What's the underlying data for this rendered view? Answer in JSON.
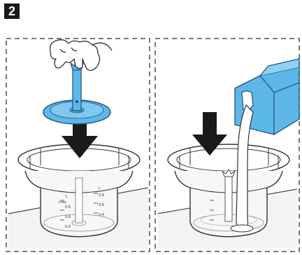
{
  "step": {
    "number": "2"
  },
  "panels": [
    {
      "name": "insert-blade"
    },
    {
      "name": "pour-liquid"
    }
  ],
  "jug_markings": {
    "max": "max.",
    "l_left": "L",
    "vals_left": [
      "0,8",
      "0,6",
      "0,4"
    ],
    "l_right": "L",
    "vals_right": [
      "0,8",
      "0,6",
      "0,4"
    ]
  },
  "colors": {
    "accent_blue": "#5db7e8",
    "dark_blue": "#2f6fa0",
    "line": "#333333",
    "arrow": "#1a1a1a",
    "dash": "#7a7a7a"
  },
  "icons": [
    "hand",
    "blade-insert",
    "down-arrow",
    "down-arrow",
    "milk-carton",
    "liquid-stream",
    "jug-bowl"
  ]
}
